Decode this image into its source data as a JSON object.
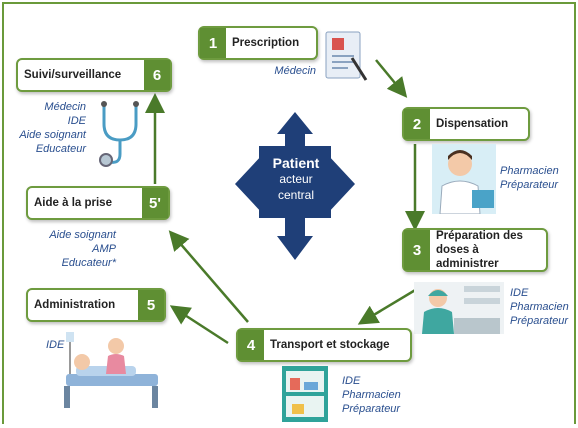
{
  "center": {
    "title": "Patient",
    "line2": "acteur",
    "line3": "central"
  },
  "steps": {
    "s1": {
      "num": "1",
      "label": "Prescription",
      "roles": [
        "Médecin"
      ]
    },
    "s2": {
      "num": "2",
      "label": "Dispensation",
      "roles": [
        "Pharmacien",
        "Préparateur"
      ]
    },
    "s3": {
      "num": "3",
      "label_line1": "Préparation des",
      "label_line2": "doses à administrer",
      "roles": [
        "IDE",
        "Pharmacien",
        "Préparateur"
      ]
    },
    "s4": {
      "num": "4",
      "label": "Transport et stockage",
      "roles": [
        "IDE",
        "Pharmacien",
        "Préparateur"
      ]
    },
    "s5": {
      "num": "5",
      "label": "Administration",
      "roles": [
        "IDE"
      ]
    },
    "s5p": {
      "num": "5'",
      "label": "Aide à la prise",
      "roles": [
        "Aide soignant",
        "AMP",
        "Educateur*"
      ]
    },
    "s6": {
      "num": "6",
      "label": "Suivi/surveillance",
      "roles": [
        "Médecin",
        "IDE",
        "Aide soignant",
        "Educateur"
      ]
    }
  },
  "colors": {
    "green": "#5f8f33",
    "navy": "#1f3f78",
    "roles_text": "#2a4f8f"
  },
  "icons": [
    "prescription-icon",
    "pharmacist-icon",
    "pharmacy-lab-icon",
    "medicine-cabinet-icon",
    "hospital-bed-icon",
    "stethoscope-icon"
  ]
}
